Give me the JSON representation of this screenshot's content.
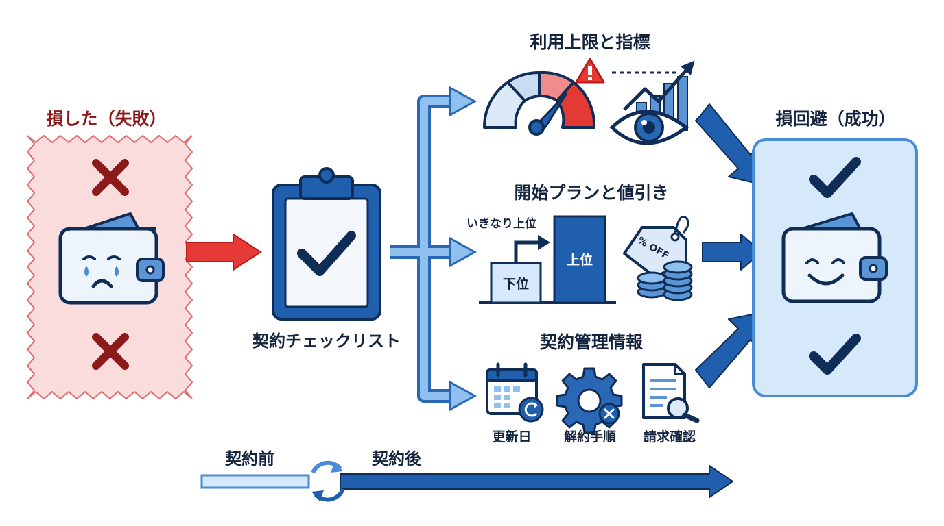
{
  "failure": {
    "title": "損した（失敗）"
  },
  "checklist": {
    "title": "契約チェックリスト"
  },
  "limits": {
    "title": "利用上限と指標"
  },
  "plan": {
    "title": "開始プランと値引き",
    "jump_label": "いきなり上位",
    "lower_label": "下位",
    "upper_label": "上位",
    "tag_text": "% OFF"
  },
  "management": {
    "title": "契約管理情報",
    "items": [
      "更新日",
      "解約手順",
      "請求確認"
    ]
  },
  "success": {
    "title": "損回避（成功）"
  },
  "timeline": {
    "before_label": "契約前",
    "after_label": "契約後"
  },
  "colors": {
    "fail_red": "#c62828",
    "fail_bg": "#fbdcdc",
    "primary_blue": "#1f5fae",
    "light_blue": "#d6e9fb",
    "navy": "#0f2d57"
  },
  "icons": [
    "cross-icon",
    "sad-wallet-icon",
    "clipboard-check-icon",
    "speedometer-icon",
    "warning-icon",
    "eye-chart-icon",
    "price-tag-icon",
    "coins-icon",
    "calendar-icon",
    "gear-cancel-icon",
    "document-search-icon",
    "happy-wallet-icon",
    "check-icon",
    "cycle-icon"
  ]
}
